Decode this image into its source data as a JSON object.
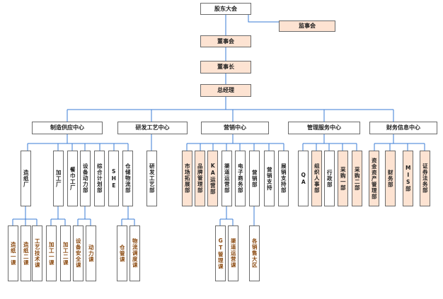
{
  "top": {
    "shareholders": "股东大会",
    "supervisors": "监事会",
    "board": "董事会",
    "chairman": "董事长",
    "ceo": "总经理"
  },
  "centers": {
    "manufacturing": "制造供应中心",
    "rnd": "研发工艺中心",
    "marketing": "营销中心",
    "management": "管理服务中心",
    "finance": "财务信息中心"
  },
  "depts": {
    "paper_plant": "造纸厂",
    "processing_plant": "加工厂",
    "tissue_plant": "餐巾工厂",
    "equipment_power": "设备动力部",
    "planning": "综合计划部",
    "she": "SHE",
    "warehouse_logistics": "仓储物流部",
    "rnd_dept": "研发工艺部",
    "market_dev": "市场拓展部",
    "brand_mgmt": "品牌管理部",
    "ka_dept": "KA运营部",
    "channel_ops": "渠道运营部",
    "ecommerce": "电子商务部",
    "sales_dept": "营销部",
    "sales_support": "营销支持",
    "exhibition": "展销支持部",
    "qa": "QA",
    "hr": "组织人事部",
    "admin": "行政部",
    "purchase1": "采购一部",
    "purchase2": "采购二部",
    "asset_mgmt": "资金资产管理部",
    "finance_dept": "财务部",
    "mis": "MIS部",
    "securities": "证券法务部"
  },
  "subunits": {
    "paper1": "造纸一课",
    "paper2": "造纸二课",
    "tech": "工艺技术课",
    "proc1": "加工一课",
    "proc2": "加工二课",
    "safety": "设备安全课",
    "power": "动力课",
    "wh_mgmt": "仓管课",
    "logistics": "物流调度课",
    "gt": "GT管理课",
    "channel_mgmt": "渠道运营课",
    "regions": "各销售大区"
  }
}
